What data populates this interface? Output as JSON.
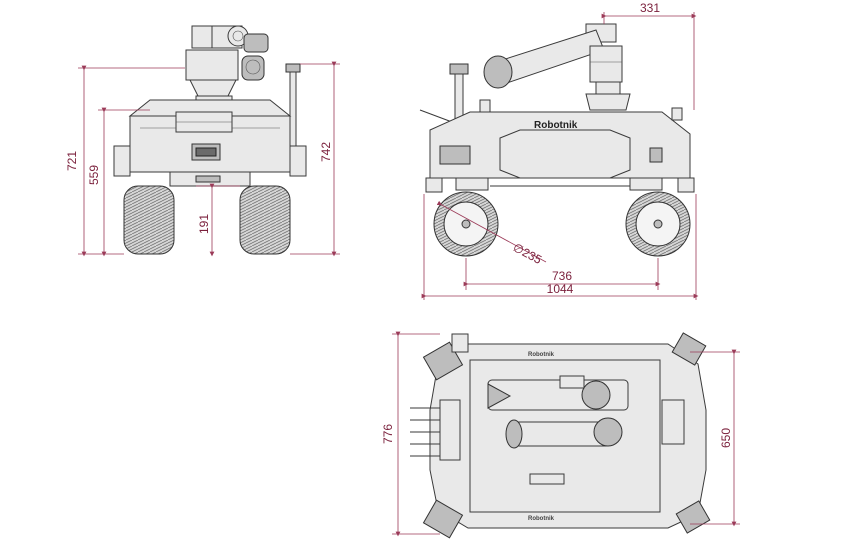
{
  "brand": "Robotnik",
  "front_view": {
    "dimensions": {
      "overall_height": "721",
      "body_height": "559",
      "ground_clearance": "191",
      "mast_height": "742"
    }
  },
  "side_view": {
    "dimensions": {
      "arm_reach": "331",
      "wheel_diameter": "∅235",
      "wheelbase": "736",
      "overall_length": "1044"
    }
  },
  "top_view": {
    "dimensions": {
      "overall_width": "776",
      "body_width": "650"
    }
  },
  "colors": {
    "dimension": "#9b3a58",
    "outline": "#3a3a3a"
  }
}
